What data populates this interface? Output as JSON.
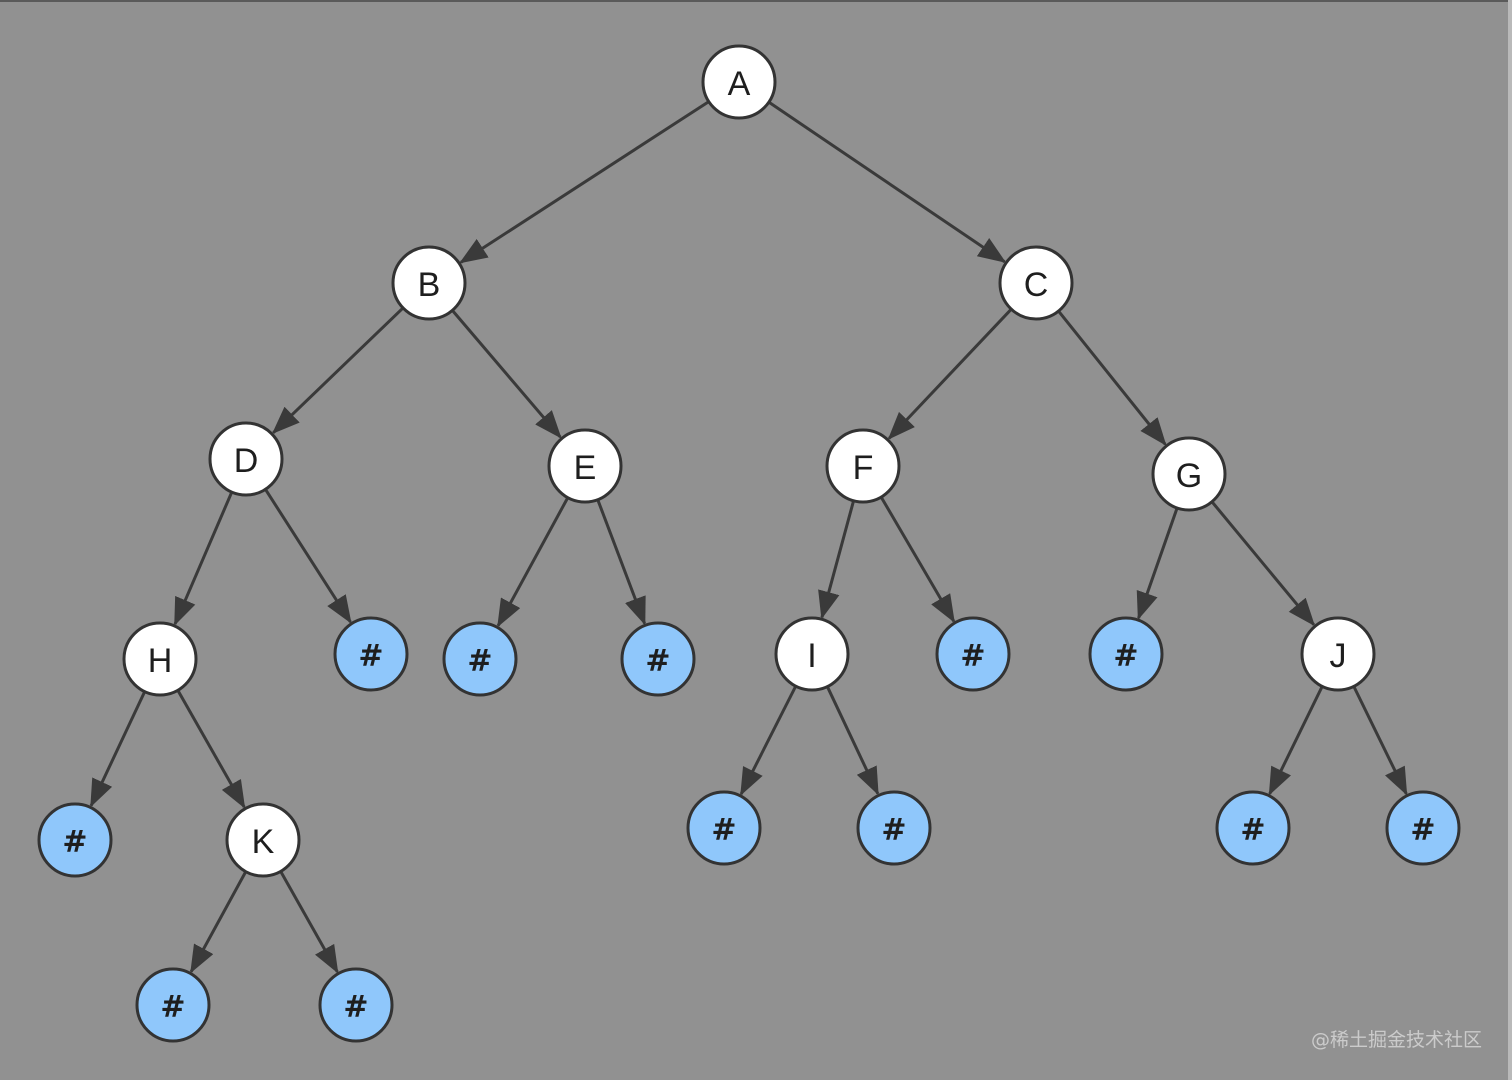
{
  "colors": {
    "background": "#919191",
    "node_fill": "#ffffff",
    "null_fill": "#8fc7fb",
    "stroke": "#333333",
    "edge": "#3a3a3a"
  },
  "nodes": [
    {
      "id": "A",
      "label": "A",
      "kind": "node"
    },
    {
      "id": "B",
      "label": "B",
      "kind": "node"
    },
    {
      "id": "C",
      "label": "C",
      "kind": "node"
    },
    {
      "id": "D",
      "label": "D",
      "kind": "node"
    },
    {
      "id": "E",
      "label": "E",
      "kind": "node"
    },
    {
      "id": "F",
      "label": "F",
      "kind": "node"
    },
    {
      "id": "G",
      "label": "G",
      "kind": "node"
    },
    {
      "id": "H",
      "label": "H",
      "kind": "node"
    },
    {
      "id": "I",
      "label": "I",
      "kind": "node"
    },
    {
      "id": "J",
      "label": "J",
      "kind": "node"
    },
    {
      "id": "K",
      "label": "K",
      "kind": "node"
    },
    {
      "id": "N1",
      "label": "#",
      "kind": "null"
    },
    {
      "id": "N2",
      "label": "#",
      "kind": "null"
    },
    {
      "id": "N3",
      "label": "#",
      "kind": "null"
    },
    {
      "id": "N4",
      "label": "#",
      "kind": "null"
    },
    {
      "id": "N5",
      "label": "#",
      "kind": "null"
    },
    {
      "id": "N6",
      "label": "#",
      "kind": "null"
    },
    {
      "id": "N7",
      "label": "#",
      "kind": "null"
    },
    {
      "id": "N8",
      "label": "#",
      "kind": "null"
    },
    {
      "id": "N9",
      "label": "#",
      "kind": "null"
    },
    {
      "id": "N10",
      "label": "#",
      "kind": "null"
    },
    {
      "id": "N11",
      "label": "#",
      "kind": "null"
    },
    {
      "id": "N12",
      "label": "#",
      "kind": "null"
    }
  ],
  "edges": [
    [
      "A",
      "B"
    ],
    [
      "A",
      "C"
    ],
    [
      "B",
      "D"
    ],
    [
      "B",
      "E"
    ],
    [
      "C",
      "F"
    ],
    [
      "C",
      "G"
    ],
    [
      "D",
      "H"
    ],
    [
      "D",
      "N1"
    ],
    [
      "E",
      "N2"
    ],
    [
      "E",
      "N3"
    ],
    [
      "F",
      "I"
    ],
    [
      "F",
      "N4"
    ],
    [
      "G",
      "N5"
    ],
    [
      "G",
      "J"
    ],
    [
      "H",
      "N6"
    ],
    [
      "H",
      "K"
    ],
    [
      "I",
      "N7"
    ],
    [
      "I",
      "N8"
    ],
    [
      "J",
      "N9"
    ],
    [
      "J",
      "N10"
    ],
    [
      "K",
      "N11"
    ],
    [
      "K",
      "N12"
    ]
  ],
  "watermark": "@稀土掘金技术社区"
}
